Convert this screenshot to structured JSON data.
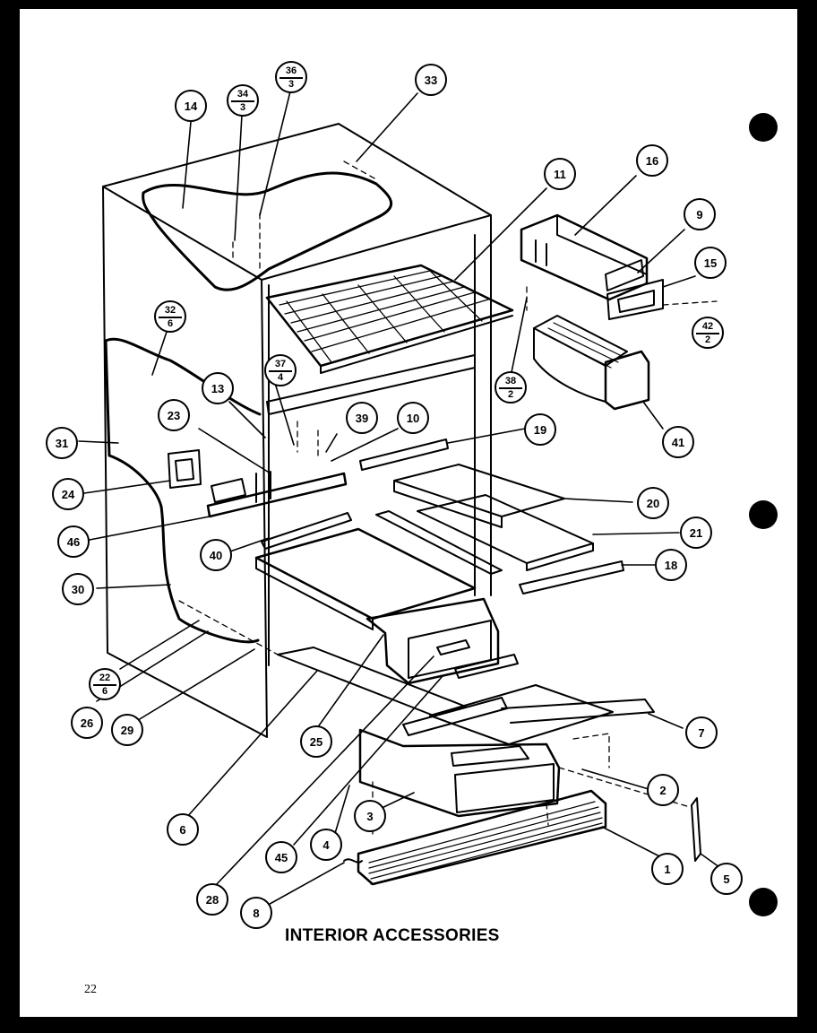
{
  "title": "INTERIOR ACCESSORIES",
  "page_number": "22",
  "callouts": {
    "c1": "1",
    "c2": "2",
    "c3": "3",
    "c4": "4",
    "c5": "5",
    "c6": "6",
    "c7": "7",
    "c8": "8",
    "c9": "9",
    "c10": "10",
    "c11": "11",
    "c13": "13",
    "c14": "14",
    "c15": "15",
    "c16": "16",
    "c18": "18",
    "c19": "19",
    "c20": "20",
    "c21": "21",
    "c23": "23",
    "c24": "24",
    "c25": "25",
    "c26": "26",
    "c28": "28",
    "c29": "29",
    "c30": "30",
    "c31": "31",
    "c33": "33",
    "c39": "39",
    "c40": "40",
    "c41": "41",
    "c45": "45",
    "c46": "46"
  },
  "fraction_callouts": {
    "f34": {
      "top": "34",
      "bottom": "3"
    },
    "f36": {
      "top": "36",
      "bottom": "3"
    },
    "f32": {
      "top": "32",
      "bottom": "6"
    },
    "f37": {
      "top": "37",
      "bottom": "4"
    },
    "f38": {
      "top": "38",
      "bottom": "2"
    },
    "f42": {
      "top": "42",
      "bottom": "2"
    },
    "f22": {
      "top": "22",
      "bottom": "6"
    }
  }
}
